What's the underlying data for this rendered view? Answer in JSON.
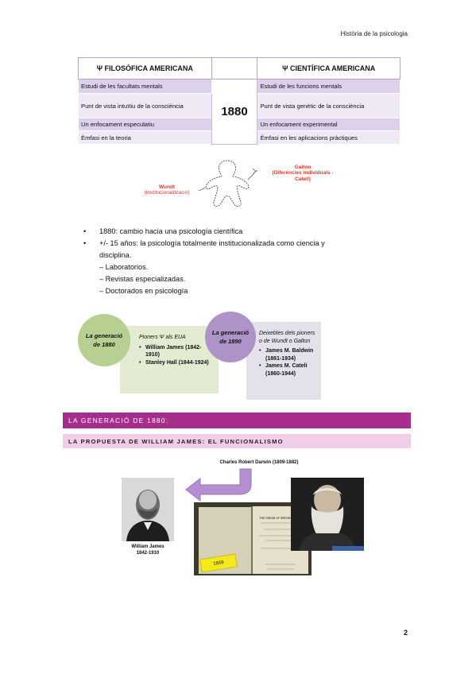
{
  "header": {
    "running_title": "Història de la psicologia"
  },
  "table": {
    "left_header": "Ψ FILOSÒFICA AMERICANA",
    "right_header": "Ψ CIENTÍFICA AMERICANA",
    "year": "1880",
    "rows": [
      {
        "left": "Estudi de les facultats mentals",
        "right": "Estudi de les funcions mentals"
      },
      {
        "left": "Punt de vista intuïtiu de la consciència",
        "right": "Punt de vista genètic de la consciència"
      },
      {
        "left": "Un enfocament especulatiu",
        "right": "Un enfocament experimental"
      },
      {
        "left": "Èmfasi en la teoria",
        "right": "Èmfasi en les aplicacions pràctiques"
      }
    ]
  },
  "illustration": {
    "wundt_name": "Wundt",
    "wundt_note": "(Institucionalització)",
    "galton_name": "Galton",
    "galton_note": "(Diferències individuals -",
    "galton_note2": "Catell)"
  },
  "bullets": {
    "b1": "1880:  cambio hacia una psicología científica",
    "b2_line1": "+/- 15 años: la psicología totalmente institucionalizada como ciencia y",
    "b2_line2": "disciplina.",
    "subs": [
      "– Laboratorios.",
      "– Revistas especializadas.",
      "– Doctorados en psicología"
    ]
  },
  "diagram": {
    "gen1880": {
      "circle_l1": "La generació",
      "circle_l2": "de 1880",
      "title": "Pioners Ψ als EUA",
      "items": [
        "William James (1842-1910)",
        "Stanley Hall (1844-1924)"
      ]
    },
    "gen1890": {
      "circle_l1": "La generació",
      "circle_l2": "de 1890",
      "title": "Deixebles dels pioners o de Wundt o Galton",
      "items": [
        "James M. Baldwin (1861-1934)",
        "James M. Cateli (1860-1944)"
      ]
    }
  },
  "sections": {
    "s1": "LA GENERACIÓ DE 1880:",
    "s2": "LA PROPUESTA DE WILLIAM JAMES: EL FUNCIONALISMO"
  },
  "photos": {
    "darwin_caption": "Charles Robert Darwin (1809-1882)",
    "james_name": "William James",
    "james_years": "1842-1910",
    "book_year": "1859",
    "book_title": "THE ORIGIN OF SPECIES"
  },
  "page": {
    "number": "2"
  },
  "colors": {
    "section_bar": "#a62d8c",
    "subsection_bar": "#f1cde8",
    "table_dark": "#ddd0ea",
    "table_light": "#efe8f5",
    "circle_green": "#b7cf91",
    "circle_purple": "#ae93c9",
    "label_red": "#e0392f",
    "book_note": "#f5e81e"
  }
}
